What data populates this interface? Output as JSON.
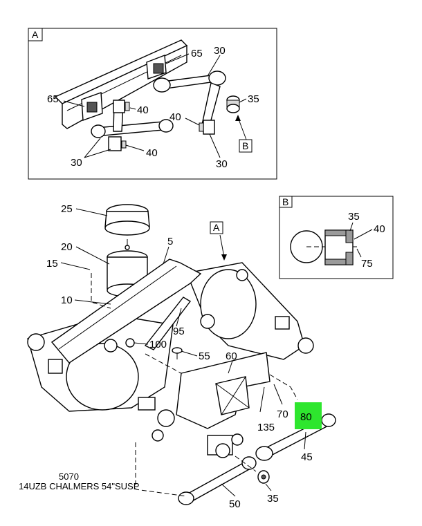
{
  "callouts": {
    "c30_top": "30",
    "c65_top": "65",
    "c65_left": "65",
    "c40_a": "40",
    "c40_b": "40",
    "c40_c": "40",
    "c35_a": "35",
    "c30_left": "30",
    "c30_bottom": "30",
    "c25": "25",
    "c20": "20",
    "c15": "15",
    "c10": "10",
    "c5": "5",
    "c95": "95",
    "c100": "100",
    "c55": "55",
    "c60": "60",
    "c135": "135",
    "c70": "70",
    "c80": "80",
    "c45": "45",
    "c50": "50",
    "c35_bottom": "35",
    "c35_b": "35",
    "c40_b2": "40",
    "c75": "75"
  },
  "view_labels": {
    "box_a": "A",
    "box_b": "B",
    "ref_a": "A",
    "ref_b": "B"
  },
  "caption": {
    "code": "5070",
    "title": "14UZB CHALMERS 54\"SUSP"
  },
  "highlight_color": "#2ee62e"
}
